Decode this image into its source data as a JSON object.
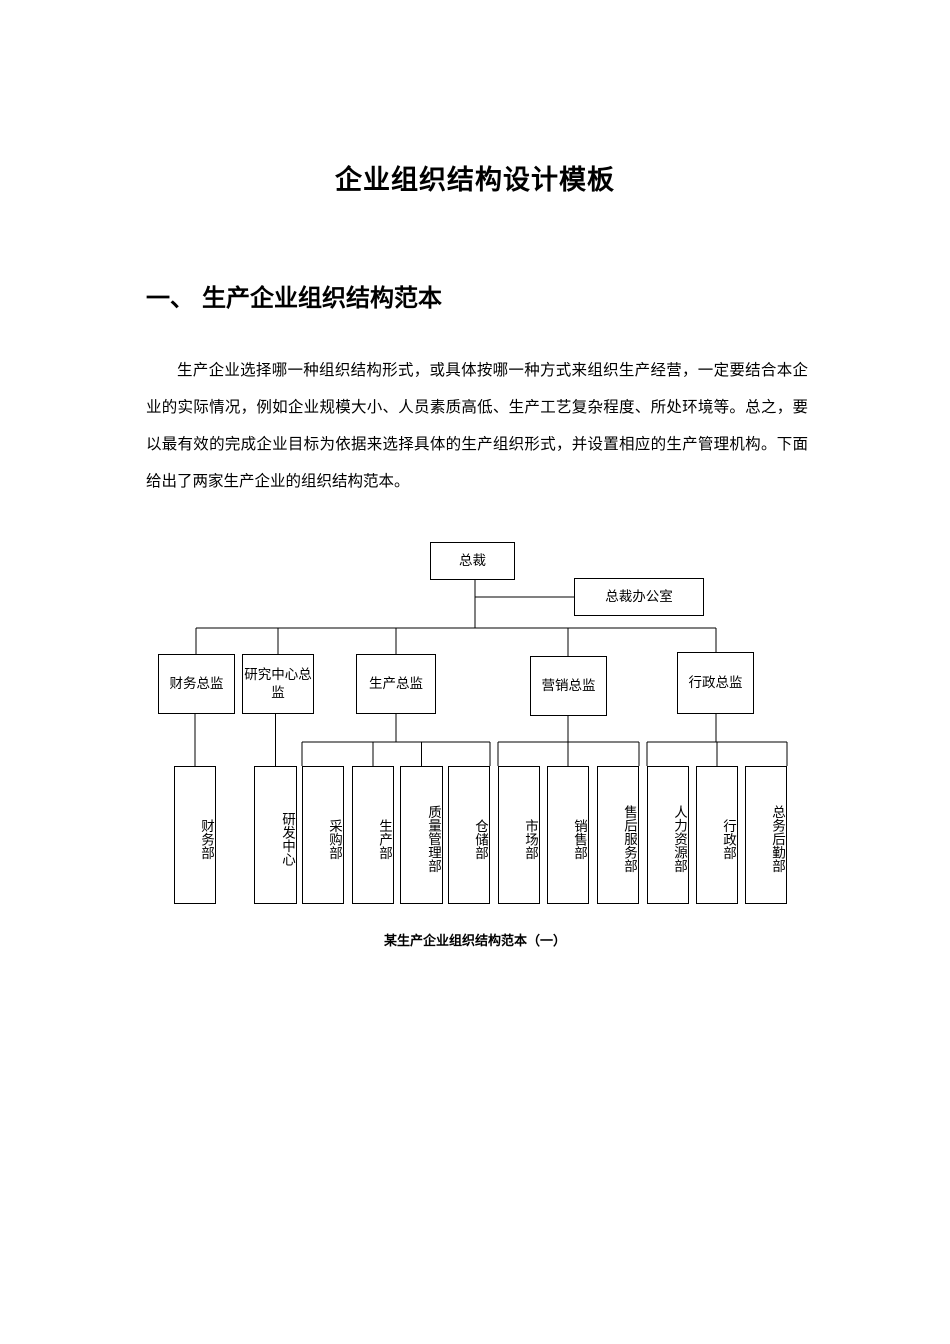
{
  "document": {
    "title": "企业组织结构设计模板",
    "section": {
      "number": "一、",
      "heading": "生产企业组织结构范本",
      "paragraph": "生产企业选择哪一种组织结构形式，或具体按哪一种方式来组织生产经营，一定要结合本企业的实际情况，例如企业规模大小、人员素质高低、生产工艺复杂程度、所处环境等。总之，要以最有效的完成企业目标为依据来选择具体的生产组织形式，并设置相应的生产管理机构。下面给出了两家生产企业的组织结构范本。"
    },
    "org_chart": {
      "root": "总裁",
      "staff": "总裁办公室",
      "directors": [
        {
          "label": "财务总监",
          "depts": [
            "财务部"
          ]
        },
        {
          "label": "研究中心总监",
          "depts": [
            "研发中心"
          ]
        },
        {
          "label": "生产总监",
          "depts": [
            "采购部",
            "生产部",
            "质量管理部",
            "仓储部"
          ]
        },
        {
          "label": "营销总监",
          "depts": [
            "市场部",
            "销售部",
            "售后服务部"
          ]
        },
        {
          "label": "行政总监",
          "depts": [
            "人力资源部",
            "行政部",
            "总务后勤部"
          ]
        }
      ]
    },
    "caption": "某生产企业组织结构范本（一）"
  }
}
